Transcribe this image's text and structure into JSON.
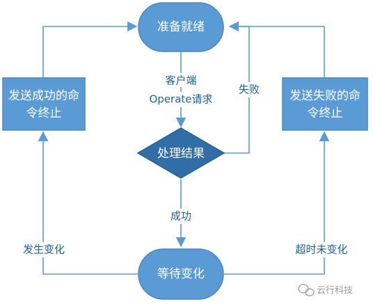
{
  "nodes": {
    "ready": "准备就绪",
    "process": "处理结果",
    "wait": "等待变化",
    "send_success_line1": "发送成功的命",
    "send_success_line2": "令终止",
    "send_fail_line1": "发送失败的命",
    "send_fail_line2": "令终止"
  },
  "edges": {
    "client_request_line1": "客户端",
    "client_request_line2": "Operate请求",
    "fail": "失败",
    "success": "成功",
    "changed": "发生变化",
    "timeout_no_change": "超时未变化"
  },
  "watermark": "云行科技",
  "colors": {
    "node_fill": "#5b9bd5",
    "node_stroke": "#4a86bf",
    "diamond_fill": "#2f6ea6",
    "line": "#5b9bd5",
    "label": "#1f5f94"
  }
}
